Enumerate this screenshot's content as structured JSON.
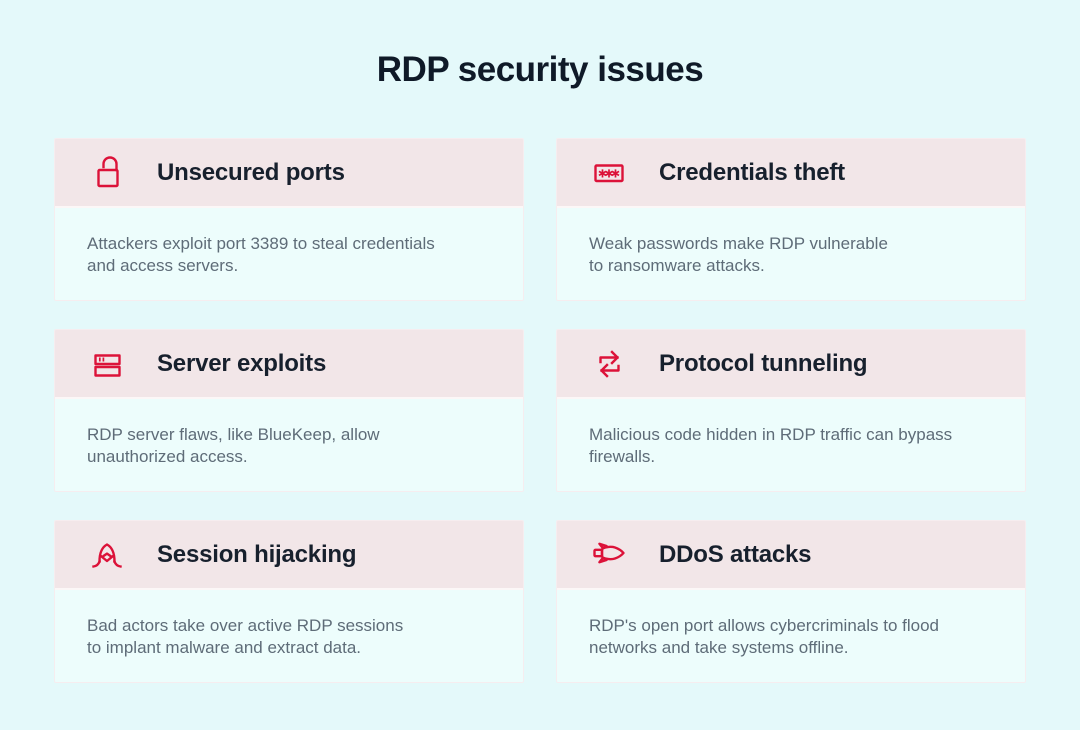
{
  "page": {
    "title": "RDP security issues"
  },
  "theme": {
    "page_background": "#e4f9fa",
    "card_header_background": "#f2e6e8",
    "card_body_background": "#edfdfc",
    "accent_red": "#dc1239",
    "heading_color": "#0f1a28",
    "description_color": "#5e6c78"
  },
  "cards": [
    {
      "id": "unsecured-ports",
      "icon": "unlocked-padlock-icon",
      "title": "Unsecured ports",
      "description": "Attackers exploit port 3389 to steal credentials\nand access servers."
    },
    {
      "id": "credentials-theft",
      "icon": "password-asterisks-icon",
      "title": "Credentials theft",
      "description": "Weak passwords make RDP vulnerable\nto ransomware attacks."
    },
    {
      "id": "server-exploits",
      "icon": "server-stack-icon",
      "title": "Server exploits",
      "description": "RDP server flaws, like BlueKeep, allow\nunauthorized access."
    },
    {
      "id": "protocol-tunneling",
      "icon": "swap-arrows-icon",
      "title": "Protocol tunneling",
      "description": "Malicious code hidden in RDP traffic can bypass\nfirewalls."
    },
    {
      "id": "session-hijacking",
      "icon": "hooded-hacker-icon",
      "title": "Session hijacking",
      "description": "Bad actors take over active RDP sessions\nto implant malware and extract data."
    },
    {
      "id": "ddos-attacks",
      "icon": "bomb-icon",
      "title": "DDoS attacks",
      "description": "RDP's open port allows cybercriminals to flood\nnetworks and take systems offline."
    }
  ]
}
